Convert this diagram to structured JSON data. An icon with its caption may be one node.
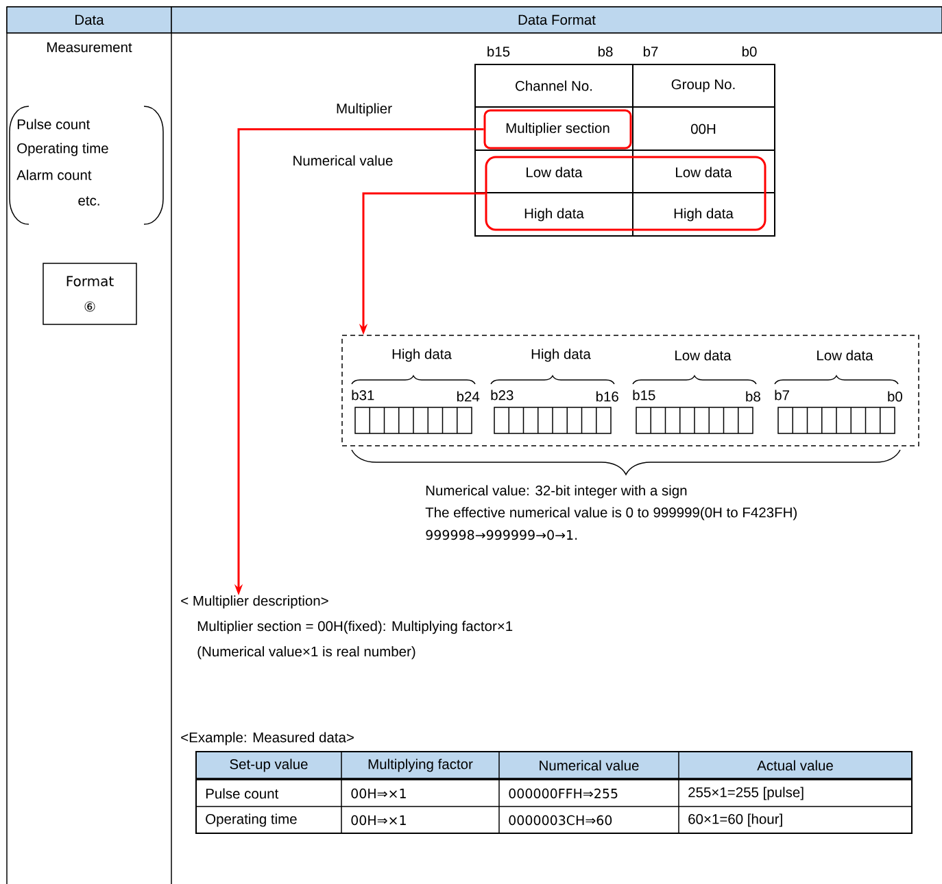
{
  "diagram": {
    "nodes": [
      {
        "text": [
          "Format ⑥"
        ]
      },
      {
        "text": [
          "Multiplier section"
        ]
      },
      {
        "text": [
          "Low data",
          "Low data",
          "High data",
          "High data"
        ]
      },
      {
        "text": [
          "High data",
          "High data",
          "Low data",
          "Low data",
          "b31",
          "b24",
          "b23",
          "b16",
          "b15",
          "b8",
          "b7",
          "b0"
        ]
      },
      {
        "text": [
          "< Multiplier description>",
          "Multiplier section = 00H(fixed): Multiplying factor×1",
          "(Numerical value×1 is real number)"
        ]
      }
    ],
    "edges": [
      {
        "from": 1,
        "to": 4,
        "arrow": "to",
        "label": "Multiplier"
      },
      {
        "from": 2,
        "to": 3,
        "arrow": "to",
        "label": "Numerical value"
      }
    ],
    "labels": [
      "Data",
      "Data Format",
      "Measurement",
      "Pulse count",
      "Operating time",
      "Alarm count",
      "etc.",
      "b15",
      "b8",
      "b7",
      "b0",
      "Channel No.",
      "Group No.",
      "00H",
      "Numerical value: 32-bit integer with a sign",
      "The effective numerical value is 0 to 999999(0H to F423FH)",
      "999998→999999→0→1.",
      "<Example: Measured data>",
      "Set-up value",
      "Multiplying factor",
      "Numerical value",
      "Actual value",
      "Pulse count",
      "00H⇒×1",
      "000000FFH⇒255",
      "255×1=255 [pulse]",
      "Operating time",
      "00H⇒×1",
      "0000003CH⇒60",
      "60×1=60 [hour]"
    ]
  }
}
